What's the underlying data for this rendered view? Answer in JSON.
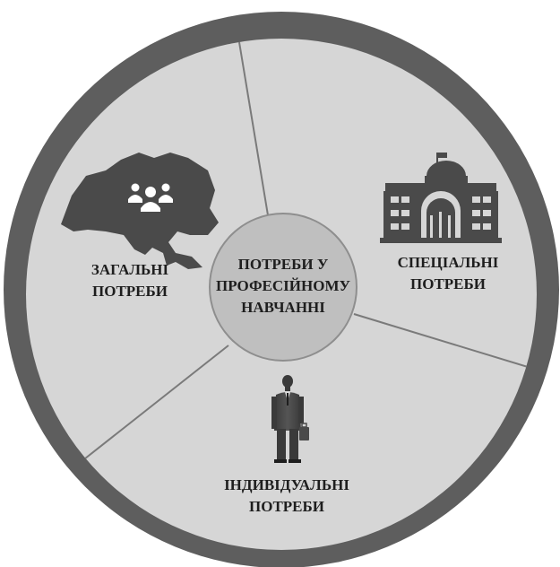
{
  "center": {
    "line1": "ПОТРЕБИ У",
    "line2": "ПРОФЕСІЙНОМУ",
    "line3": "НАВЧАННІ"
  },
  "segments": {
    "general": {
      "line1": "ЗАГАЛЬНІ",
      "line2": "ПОТРЕБИ",
      "icon": "ukraine-map-icon",
      "sub_icon": "people-group-icon"
    },
    "special": {
      "line1": "СПЕЦІАЛЬНІ",
      "line2": "ПОТРЕБИ",
      "icon": "government-building-icon"
    },
    "individual": {
      "line1": "ІНДИВІДУАЛЬНІ",
      "line2": "ПОТРЕБИ",
      "icon": "businessman-icon"
    }
  },
  "colors": {
    "ring": "#5e5e5e",
    "disc": "#d6d6d6",
    "center": "#bfbfbf",
    "icon": "#4a4a4a",
    "text": "#1e1e1e"
  }
}
